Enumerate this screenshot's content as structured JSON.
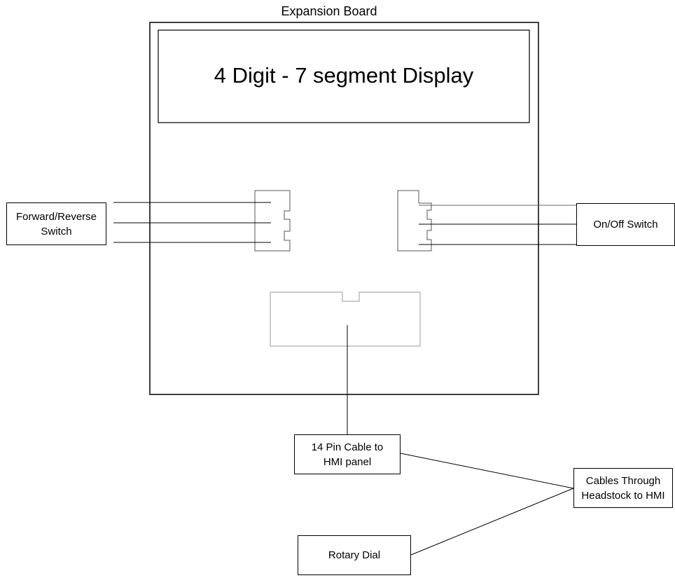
{
  "diagram": {
    "board_title": "Expansion Board",
    "display_label": "4 Digit - 7 segment Display",
    "left_switch_label": "Forward/Reverse Switch",
    "left_switch_line1": "Forward/Reverse",
    "left_switch_line2": "Switch",
    "right_switch_label": "On/Off Switch",
    "cable_label_line1": "14 Pin Cable to",
    "cable_label_line2": "HMI panel",
    "headstock_label_line1": "Cables Through",
    "headstock_label_line2": "Headstock to HMI",
    "rotary_label": "Rotary Dial"
  }
}
